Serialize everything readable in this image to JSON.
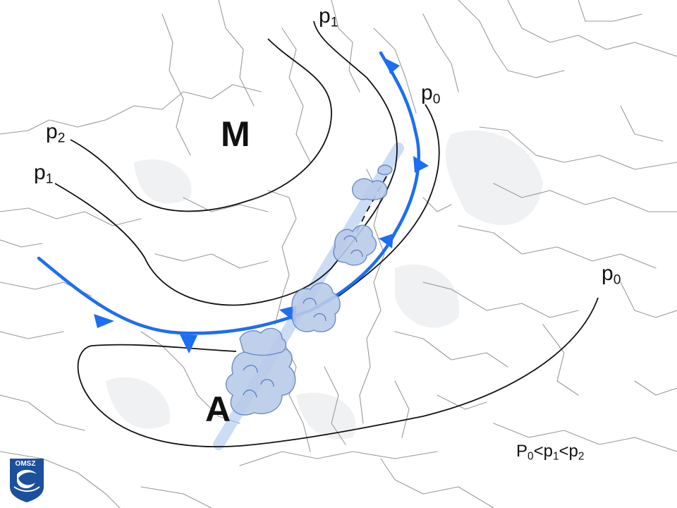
{
  "map": {
    "isobar_labels": {
      "p1_top": {
        "base": "p",
        "sub": "1"
      },
      "p2_left": {
        "base": "p",
        "sub": "2"
      },
      "p1_left": {
        "base": "p",
        "sub": "1"
      },
      "p0_upper": {
        "base": "p",
        "sub": "0"
      },
      "p0_right": {
        "base": "p",
        "sub": "0"
      }
    },
    "pressure_centers": {
      "low": "M",
      "high": "A"
    },
    "pressure_relation": {
      "t1": "P",
      "s1": "0",
      "t2": "<p",
      "s2": "1",
      "t3": "<p",
      "s3": "2"
    },
    "logo_text": "OMSZ",
    "colors": {
      "front": "#1c6ef2",
      "isobar": "#111111",
      "river": "#9a9a9a",
      "cloud_fill": "#b9cbe8",
      "cloud_stroke": "#5d7fc4",
      "band": "#a9c4ee",
      "logo": "#1c4f9c"
    },
    "icons": [
      "cold-front-triangle",
      "cloud-symbol",
      "omsz-logo"
    ]
  }
}
